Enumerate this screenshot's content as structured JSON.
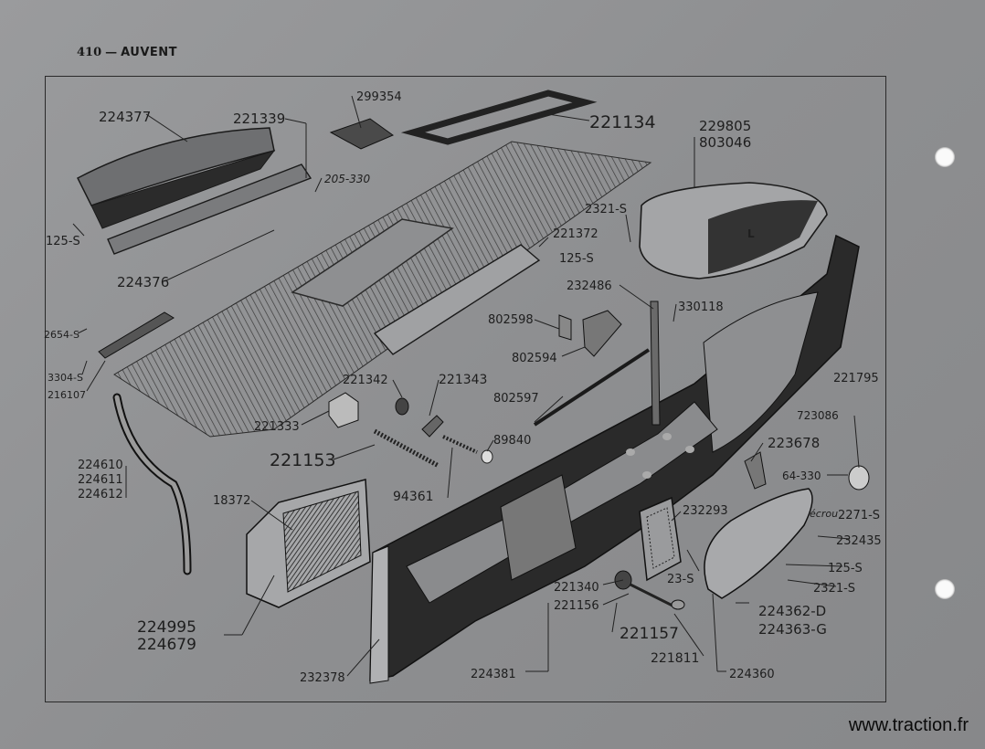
{
  "header": {
    "page_number": "410",
    "separator": "—",
    "title": "AUVENT"
  },
  "watermark": "www.traction.fr",
  "part_labels": [
    {
      "id": "p224377",
      "text": "224377"
    },
    {
      "id": "p221339",
      "text": "221339"
    },
    {
      "id": "p299354",
      "text": "299354"
    },
    {
      "id": "p221134",
      "text": "221134"
    },
    {
      "id": "p229805",
      "text": "229805"
    },
    {
      "id": "p803046",
      "text": "803046"
    },
    {
      "id": "p205",
      "text": "205-330"
    },
    {
      "id": "p125a",
      "text": "125-S"
    },
    {
      "id": "p2321a",
      "text": "2321-S"
    },
    {
      "id": "p221372",
      "text": "221372"
    },
    {
      "id": "p125b",
      "text": "125-S"
    },
    {
      "id": "p224376",
      "text": "224376"
    },
    {
      "id": "p232486",
      "text": "232486"
    },
    {
      "id": "p330118",
      "text": "330118"
    },
    {
      "id": "p2654",
      "text": "2654-S"
    },
    {
      "id": "p802598",
      "text": "802598"
    },
    {
      "id": "p802594",
      "text": "802594"
    },
    {
      "id": "p3304",
      "text": "3304-S"
    },
    {
      "id": "p216107",
      "text": "216107"
    },
    {
      "id": "p221342",
      "text": "221342"
    },
    {
      "id": "p221343",
      "text": "221343"
    },
    {
      "id": "p221795",
      "text": "221795"
    },
    {
      "id": "p802597",
      "text": "802597"
    },
    {
      "id": "p221333",
      "text": "221333"
    },
    {
      "id": "p723086",
      "text": "723086"
    },
    {
      "id": "p89840",
      "text": "89840"
    },
    {
      "id": "p223678",
      "text": "223678"
    },
    {
      "id": "p221153",
      "text": "221153"
    },
    {
      "id": "p224610",
      "text": "224610"
    },
    {
      "id": "p224611",
      "text": "224611"
    },
    {
      "id": "p224612",
      "text": "224612"
    },
    {
      "id": "p64",
      "text": "64-330"
    },
    {
      "id": "p94361",
      "text": "94361"
    },
    {
      "id": "p18372",
      "text": "18372"
    },
    {
      "id": "p232293",
      "text": "232293"
    },
    {
      "id": "pecrou",
      "text": "écrou"
    },
    {
      "id": "p2271",
      "text": "2271-S"
    },
    {
      "id": "p232435",
      "text": "232435"
    },
    {
      "id": "p125c",
      "text": "125-S"
    },
    {
      "id": "p2321b",
      "text": "2321-S"
    },
    {
      "id": "p23",
      "text": "23-S"
    },
    {
      "id": "p221340",
      "text": "221340"
    },
    {
      "id": "p221156",
      "text": "221156"
    },
    {
      "id": "p224362",
      "text": "224362-D"
    },
    {
      "id": "p224363",
      "text": "224363-G"
    },
    {
      "id": "p224995",
      "text": "224995"
    },
    {
      "id": "p224679",
      "text": "224679"
    },
    {
      "id": "p221157",
      "text": "221157"
    },
    {
      "id": "p221811",
      "text": "221811"
    },
    {
      "id": "p232378",
      "text": "232378"
    },
    {
      "id": "p224381",
      "text": "224381"
    },
    {
      "id": "p224360",
      "text": "224360"
    },
    {
      "id": "pL",
      "text": "L"
    }
  ]
}
